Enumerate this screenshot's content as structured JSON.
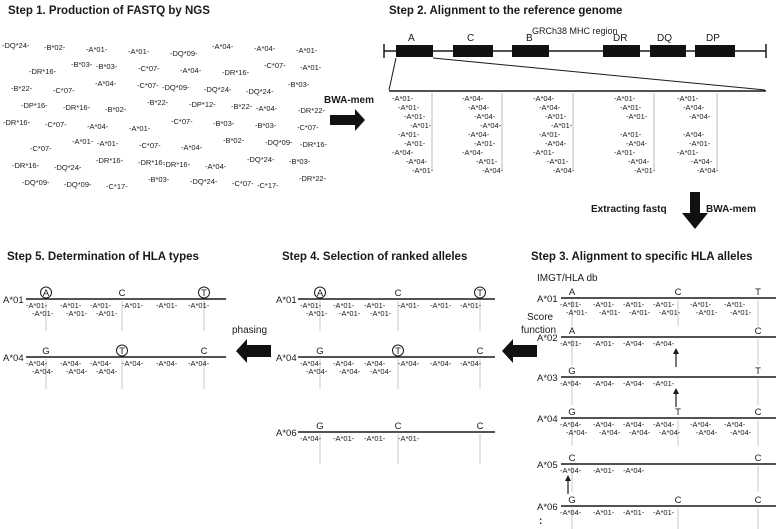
{
  "steps": [
    {
      "label": "Step 1. Production of FASTQ by NGS"
    },
    {
      "label": "Step 2. Alignment to the reference genome"
    },
    {
      "label": "Step 3. Alignment to specific HLA alleles"
    },
    {
      "label": "Step 4. Selection of ranked alleles"
    },
    {
      "label": "Step 5. Determination of HLA types"
    }
  ],
  "region_label": "GRCh38 MHC region",
  "genes": [
    "A",
    "C",
    "B",
    "DR",
    "DQ",
    "DP"
  ],
  "db_label": "IMGT/HLA db",
  "arrows": {
    "bwa1": "BWA-mem",
    "extract": "Extracting fastq",
    "bwa2": "BWA-mem",
    "score1": "Score",
    "score2": "function",
    "phasing": "phasing"
  },
  "fastq_reads": [
    "DQ*24",
    "DR*16",
    "B*22",
    "DP*16",
    "DR*16",
    "C*07",
    "DR*16",
    "DQ*09",
    "B*02",
    "B*03",
    "C*07",
    "DR*16",
    "C*07",
    "A*01",
    "DQ*24",
    "DQ*09",
    "A*01",
    "B*03",
    "A*04",
    "B*02",
    "A*04",
    "A*01",
    "DR*16",
    "C*17",
    "A*01",
    "C*07",
    "C*07",
    "B*22",
    "A*01",
    "C*07",
    "DR*16",
    "B*03",
    "DQ*09",
    "A*04",
    "DQ*09",
    "DP*12",
    "C*07",
    "A*04",
    "DR*16",
    "DQ*24",
    "A*04",
    "DR*16",
    "DQ*24",
    "B*22",
    "B*03",
    "B*02",
    "A*04",
    "C*07",
    "A*04",
    "C*07",
    "DQ*24",
    "A*04",
    "B*03",
    "DQ*09",
    "DQ*24",
    "C*17",
    "A*01",
    "A*01",
    "B*03",
    "DR*22",
    "C*07",
    "DR*16",
    "B*03",
    "DR*22"
  ],
  "step2_reads": [
    "A*01",
    "A*04",
    "A*04",
    "A*01",
    "A*01",
    "A*01",
    "A*04",
    "A*04",
    "A*01",
    "A*04",
    "A*01",
    "A*04",
    "A*01",
    "A*01",
    "A*04",
    "A*01",
    "A*04",
    "A*01"
  ],
  "step3_alleles": [
    {
      "name": "A*01",
      "markers": [
        "A",
        "C",
        "T"
      ],
      "reads": [
        "A*01",
        "A*01",
        "A*01",
        "A*01",
        "A*01",
        "A*01",
        "A*01",
        "A*01",
        "A*01",
        "A*01",
        "A*01",
        "A*01"
      ]
    },
    {
      "name": "A*02",
      "markers": [
        "A",
        "C"
      ],
      "reads": [
        "A*01",
        "A*01",
        "A*04",
        "A*04"
      ]
    },
    {
      "name": "A*03",
      "markers": [
        "G",
        "T"
      ],
      "reads": [
        "A*04",
        "A*04",
        "A*04",
        "A*01"
      ]
    },
    {
      "name": "A*04",
      "markers": [
        "G",
        "T",
        "C"
      ],
      "reads": [
        "A*04",
        "A*04",
        "A*04",
        "A*04",
        "A*04",
        "A*04",
        "A*04",
        "A*04",
        "A*04",
        "A*04",
        "A*04",
        "A*04"
      ]
    },
    {
      "name": "A*05",
      "markers": [
        "C",
        "C"
      ],
      "reads": [
        "A*04",
        "A*01",
        "A*04"
      ]
    },
    {
      "name": "A*06",
      "markers": [
        "G",
        "C",
        "C"
      ],
      "reads": [
        "A*04",
        "A*01",
        "A*01",
        "A*01"
      ]
    }
  ],
  "step4_alleles": [
    {
      "name": "A*01",
      "markers": [
        "A",
        "C",
        "T"
      ],
      "reads": [
        "A*01",
        "A*01",
        "A*01",
        "A*01",
        "A*01",
        "A*01",
        "A*01",
        "A*01",
        "A*01"
      ]
    },
    {
      "name": "A*04",
      "markers": [
        "G",
        "T",
        "C"
      ],
      "reads": [
        "A*04",
        "A*04",
        "A*04",
        "A*04",
        "A*04",
        "A*04",
        "A*04",
        "A*04",
        "A*04"
      ]
    },
    {
      "name": "A*06",
      "markers": [
        "G",
        "C",
        "C"
      ],
      "reads": [
        "A*04",
        "A*01",
        "A*01",
        "A*01"
      ]
    }
  ],
  "step5_alleles": [
    {
      "name": "A*01",
      "markers": [
        "A",
        "C",
        "T"
      ],
      "reads": [
        "A*01",
        "A*01",
        "A*01",
        "A*01",
        "A*01",
        "A*01",
        "A*01",
        "A*01",
        "A*01"
      ]
    },
    {
      "name": "A*04",
      "markers": [
        "G",
        "T",
        "C"
      ],
      "reads": [
        "A*04",
        "A*04",
        "A*04",
        "A*04",
        "A*04",
        "A*04",
        "A*04",
        "A*04",
        "A*04"
      ]
    }
  ],
  "dots": ":"
}
